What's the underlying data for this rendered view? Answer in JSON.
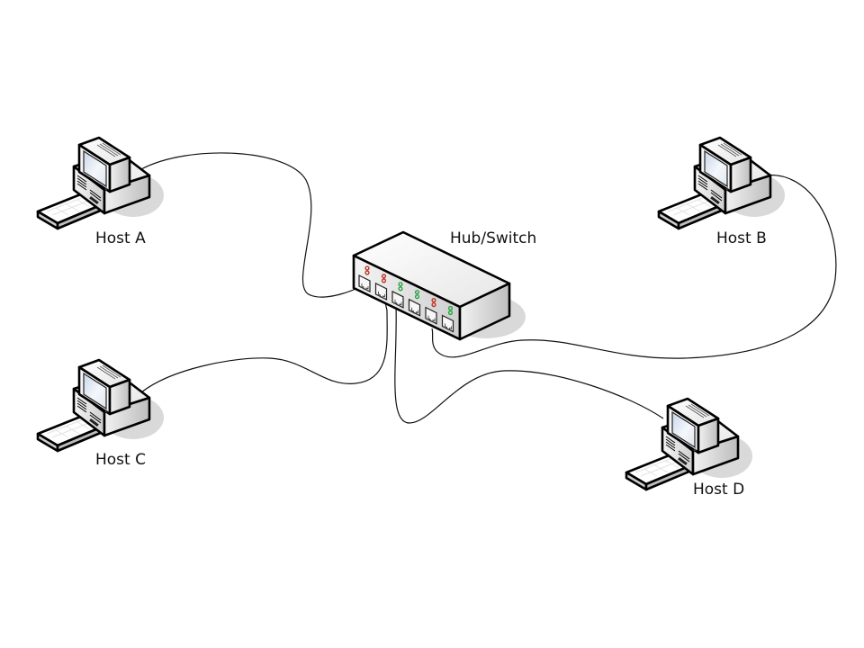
{
  "diagram": {
    "type": "network-topology",
    "central_device": {
      "id": "switch",
      "label": "Hub/Switch",
      "port_count": 6,
      "port_leds": [
        "red",
        "red",
        "green",
        "green",
        "red",
        "green"
      ]
    },
    "hosts": [
      {
        "id": "hostA",
        "label": "Host A"
      },
      {
        "id": "hostB",
        "label": "Host B"
      },
      {
        "id": "hostC",
        "label": "Host C"
      },
      {
        "id": "hostD",
        "label": "Host D"
      }
    ],
    "connections": [
      {
        "from": "hostA",
        "to": "switch",
        "port": 1
      },
      {
        "from": "hostC",
        "to": "switch",
        "port": 2
      },
      {
        "from": "hostD",
        "to": "switch",
        "port": 3
      },
      {
        "from": "hostB",
        "to": "switch",
        "port": 5
      }
    ],
    "colors": {
      "led_red": "#c0392b",
      "led_green": "#27a844",
      "cable": "#111111",
      "shadow": "#d9d9d9",
      "screen": "#dde6f3"
    }
  }
}
